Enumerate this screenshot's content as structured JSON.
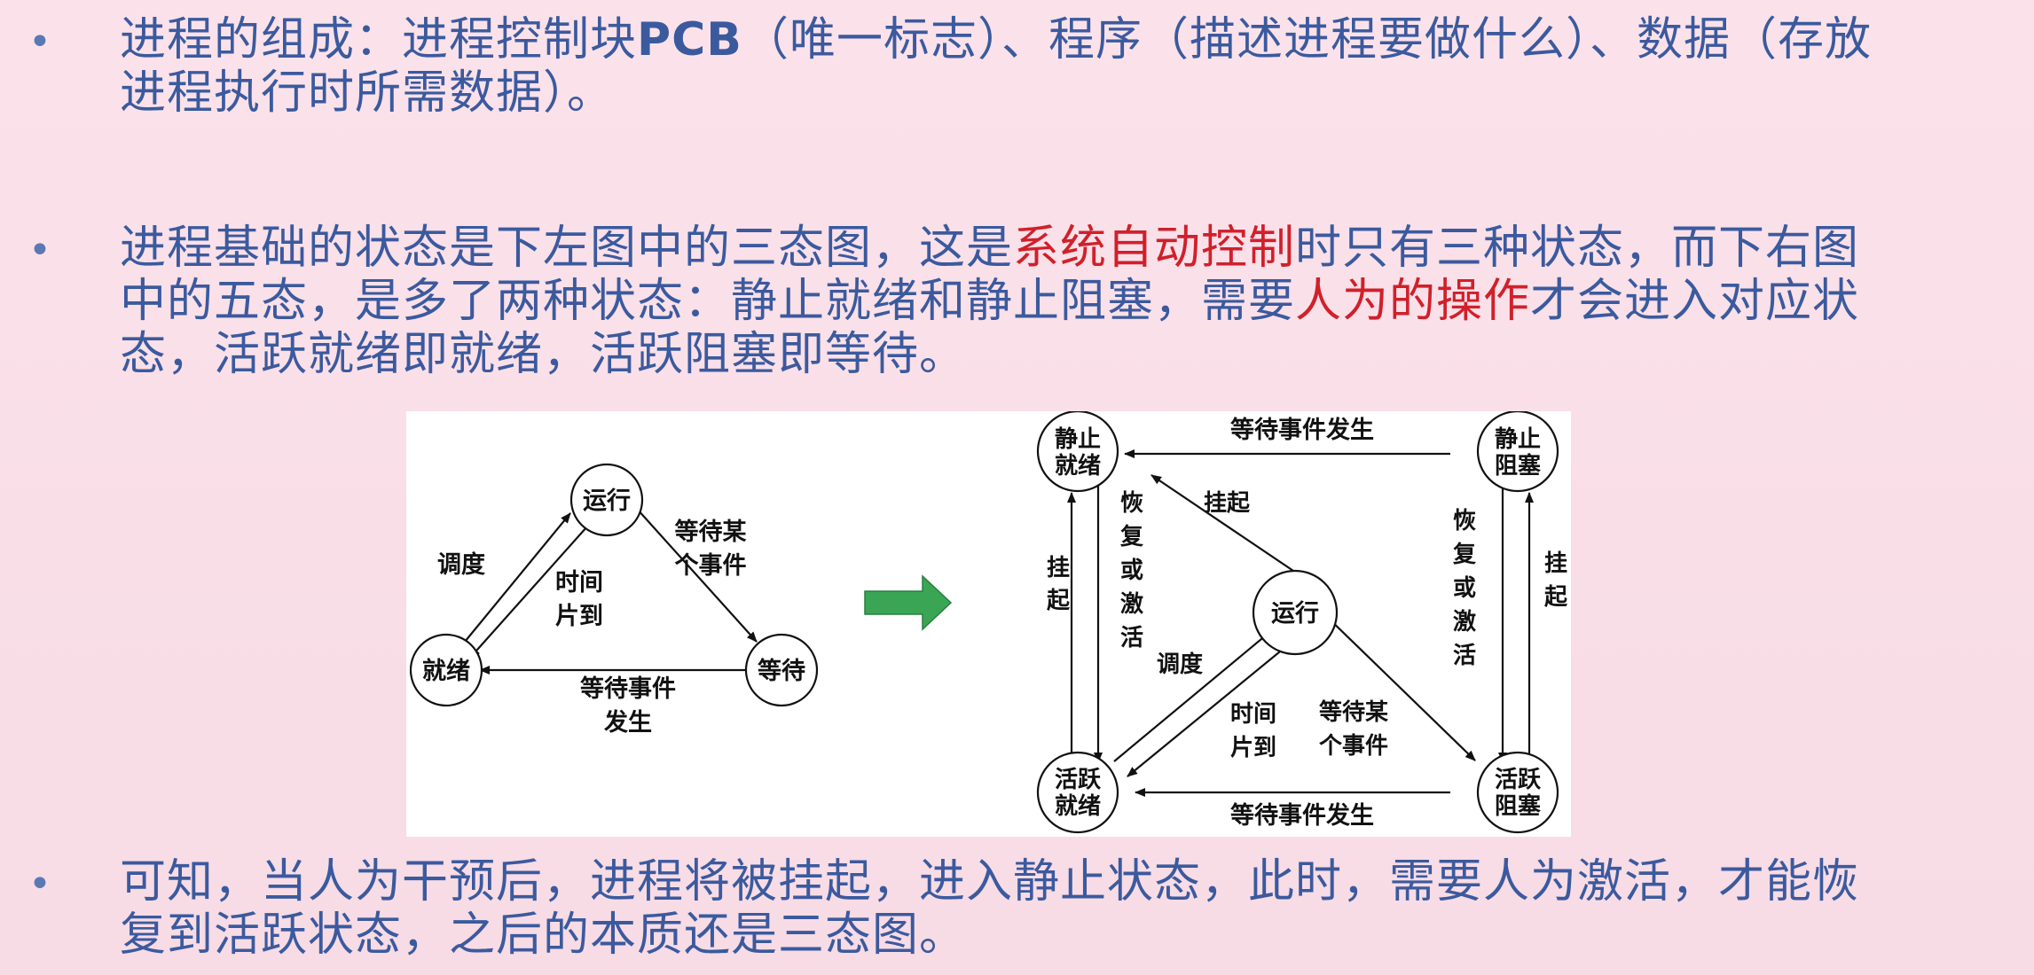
{
  "bullets": [
    {
      "line1_a": "进程的组成：进程控制块",
      "line1_b": "PCB",
      "line1_c": "（唯一标志）、程序（描述进程要做什么）、数据（存放",
      "line2": "进程执行时所需数据）。"
    },
    {
      "line1_a": "进程基础的状态是下左图中的三态图，这是",
      "line1_red": "系统自动控制",
      "line1_c": "时只有三种状态，而下右图",
      "line2_a": "中的五态，是多了两种状态：静止就绪和静止阻塞，需要",
      "line2_red": "人为的操作",
      "line2_c": "才会进入对应状",
      "line3": "态，活跃就绪即就绪，活跃阻塞即等待。"
    },
    {
      "line1": "可知，当人为干预后，进程将被挂起，进入静止状态，此时，需要人为激活，才能恢",
      "line2": "复到活跃状态，之后的本质还是三态图。"
    }
  ],
  "colors": {
    "text": "#3b5a9e",
    "highlight": "#d0202a",
    "arrow_green": "#3aa655"
  },
  "three_state": {
    "nodes": {
      "running": "运行",
      "ready": "就绪",
      "waiting": "等待"
    },
    "labels": {
      "dispatch": "调度",
      "timeslice_1": "时间",
      "timeslice_2": "片到",
      "wait_1": "等待某",
      "wait_2": "个事件",
      "occur_1": "等待事件",
      "occur_2": "发生"
    }
  },
  "five_state": {
    "nodes": {
      "static_ready_1": "静止",
      "static_ready_2": "就绪",
      "static_blocked_1": "静止",
      "static_blocked_2": "阻塞",
      "running": "运行",
      "active_ready_1": "活跃",
      "active_ready_2": "就绪",
      "active_blocked_1": "活跃",
      "active_blocked_2": "阻塞"
    },
    "labels": {
      "top_event": "等待事件发生",
      "bottom_event": "等待事件发生",
      "suspend_diag": "挂起",
      "suspend_left_1": "挂",
      "suspend_left_2": "起",
      "suspend_right_1": "挂",
      "suspend_right_2": "起",
      "resume_left_1": "恢",
      "resume_left_2": "复",
      "resume_left_3": "或",
      "resume_left_4": "激",
      "resume_left_5": "活",
      "resume_right_1": "恢",
      "resume_right_2": "复",
      "resume_right_3": "或",
      "resume_right_4": "激",
      "resume_right_5": "活",
      "dispatch": "调度",
      "timeslice_1": "时间",
      "timeslice_2": "片到",
      "wait_1": "等待某",
      "wait_2": "个事件"
    }
  }
}
